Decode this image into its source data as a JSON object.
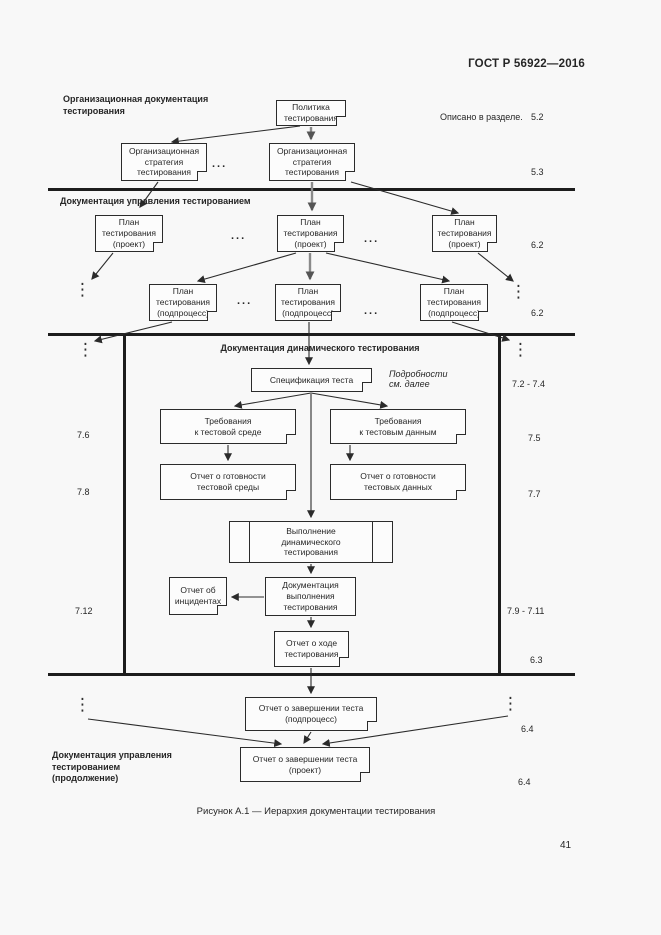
{
  "header": {
    "standard": "ГОСТ Р 56922—2016",
    "page_number": "41"
  },
  "caption": "Рисунок А.1 — Иерархия документации тестирования",
  "section_labels": {
    "org": "Организационная документация\nтестирования",
    "mgmt": "Документация управления тестированием",
    "dynamic": "Документация динамического тестирования",
    "mgmt_cont": "Документация управления\nтестированием\n(продолжение)"
  },
  "margin_notes": {
    "described_in": "Описано в разделе.",
    "s52": "5.2",
    "s53": "5.3",
    "s62a": "6.2",
    "s62b": "6.2",
    "s72_74": "7.2 - 7.4",
    "s76": "7.6",
    "s75": "7.5",
    "s78": "7.8",
    "s77": "7.7",
    "s712": "7.12",
    "s79_711": "7.9 - 7.11",
    "s63": "6.3",
    "s64a": "6.4",
    "s64b": "6.4"
  },
  "boxes": {
    "policy": "Политика\nтестирования",
    "org_strategy": "Организационная\nстратегия\nтестирования",
    "plan_project": "План\nтестирования\n(проект)",
    "plan_subprocess": "План\nтестирования\n(подпроцесс)",
    "test_spec": "Спецификация теста",
    "req_env": "Требования\nк тестовой среде",
    "req_data": "Требования\nк тестовым данным",
    "ready_env": "Отчет о готовности\nтестовой среды",
    "ready_data": "Отчет о готовности\nтестовых данных",
    "execution": "Выполнение\nдинамического\nтестирования",
    "exec_doc": "Документация\nвыполнения\nтестирования",
    "incidents": "Отчет об\nинцидентах",
    "progress": "Отчет о ходе\nтестирования",
    "completion_sub": "Отчет о завершении теста\n(подпроцесс)",
    "completion_proj": "Отчет о завершении теста\n(проект)"
  },
  "annotations": {
    "details": "Подробности\nсм. далее"
  },
  "symbols": {
    "dots_h": "...",
    "dots_v": "⋮"
  },
  "colors": {
    "ink": "#2b2b2b",
    "paper": "#f8f8f8",
    "rule": "#1d1d1d"
  }
}
